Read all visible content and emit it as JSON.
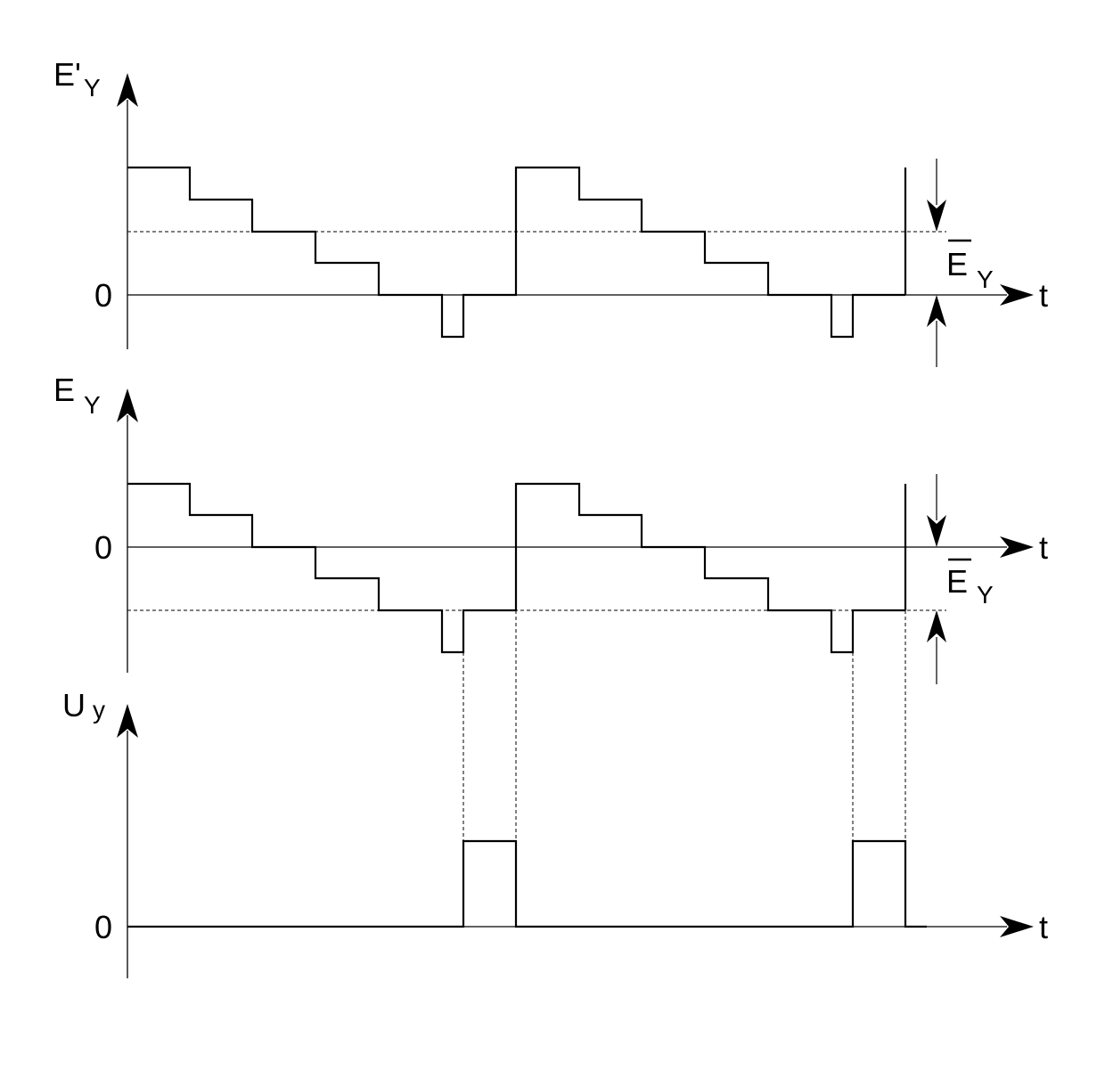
{
  "labels": {
    "panel1_axis_main": "E'",
    "panel1_axis_sub": "Y",
    "panel2_axis_main": "E",
    "panel2_axis_sub": "Y",
    "panel3_axis_main": "U",
    "panel3_axis_sub": "y",
    "zero": "0",
    "time_axis": "t",
    "mean_main": "E",
    "mean_sub": "Y"
  },
  "colors": {
    "stroke": "#000000",
    "background": "#ffffff"
  }
}
